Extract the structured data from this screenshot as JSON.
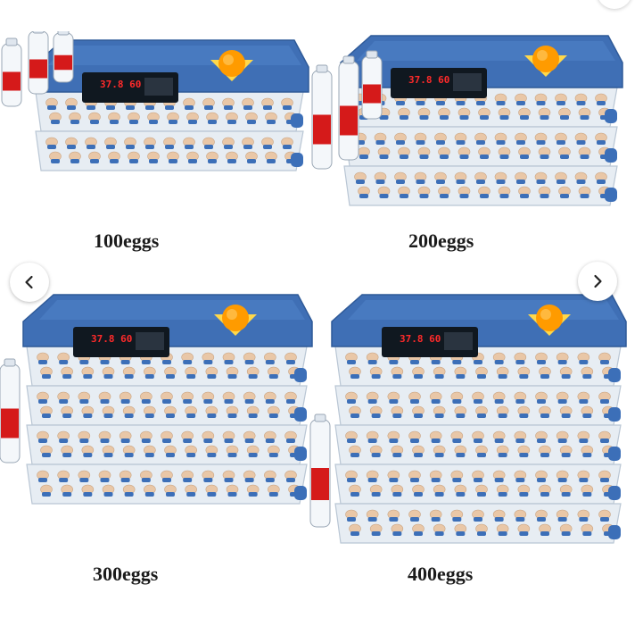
{
  "colors": {
    "lid": "#3f6fb5",
    "lid_dark": "#2f5a98",
    "panel": "#101820",
    "display": "#ff2a2a",
    "tray": "#e7edf3",
    "egg": "#e9c7a7",
    "roller": "#3c6fb8",
    "bottle_liquid": "#d51a1a",
    "sun": "#ff9b00"
  },
  "products": [
    {
      "caption": "100eggs",
      "tiers": 1,
      "display": "37.8 60"
    },
    {
      "caption": "200eggs",
      "tiers": 2,
      "display": "37.8 60"
    },
    {
      "caption": "300eggs",
      "tiers": 3,
      "display": "37.8 60"
    },
    {
      "caption": "400eggs",
      "tiers": 4,
      "display": "37.8 60"
    }
  ],
  "nav": {
    "prev_icon": "chevron-left-icon",
    "next_icon": "chevron-right-icon"
  }
}
